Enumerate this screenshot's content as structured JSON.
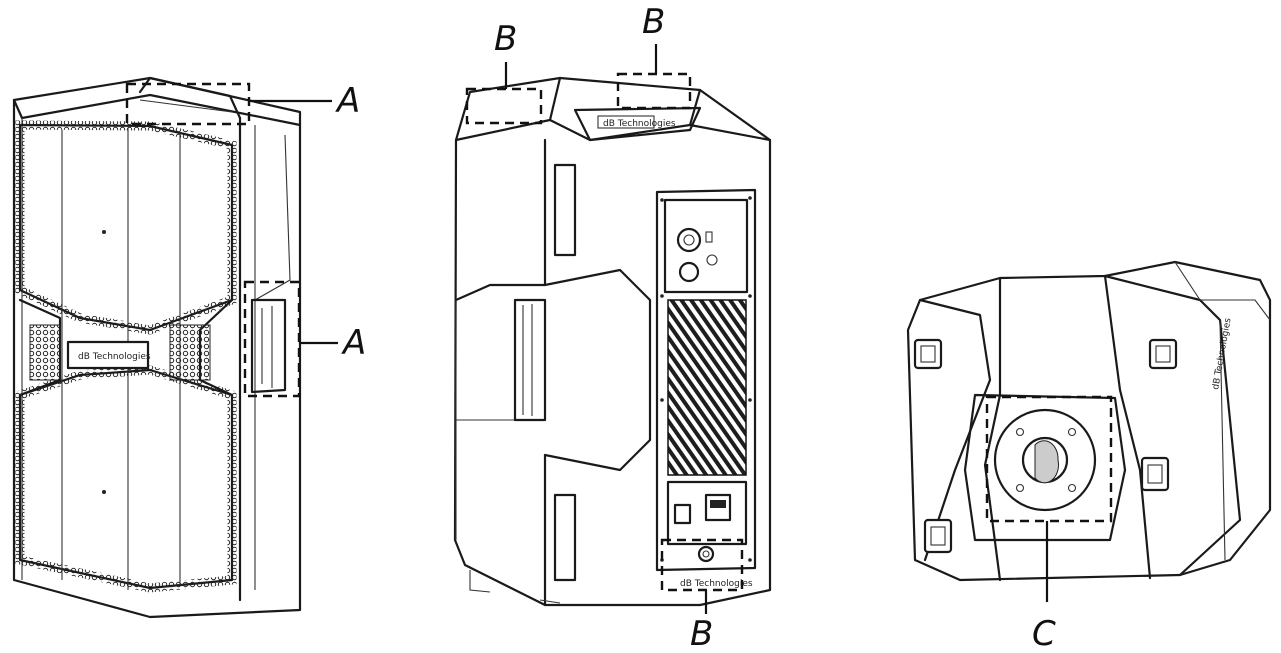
{
  "callouts": {
    "a1": "A",
    "a2": "A",
    "b1": "B",
    "b2": "B",
    "b3": "B",
    "c1": "C"
  },
  "brand": {
    "front_logo": "dB Technologies",
    "rear_handle_logo": "dB Technologies",
    "rear_base_logo": "dB Technologies",
    "side_logo": "dB Technologies"
  },
  "views": [
    "front-view",
    "rear-view",
    "bottom-view"
  ]
}
